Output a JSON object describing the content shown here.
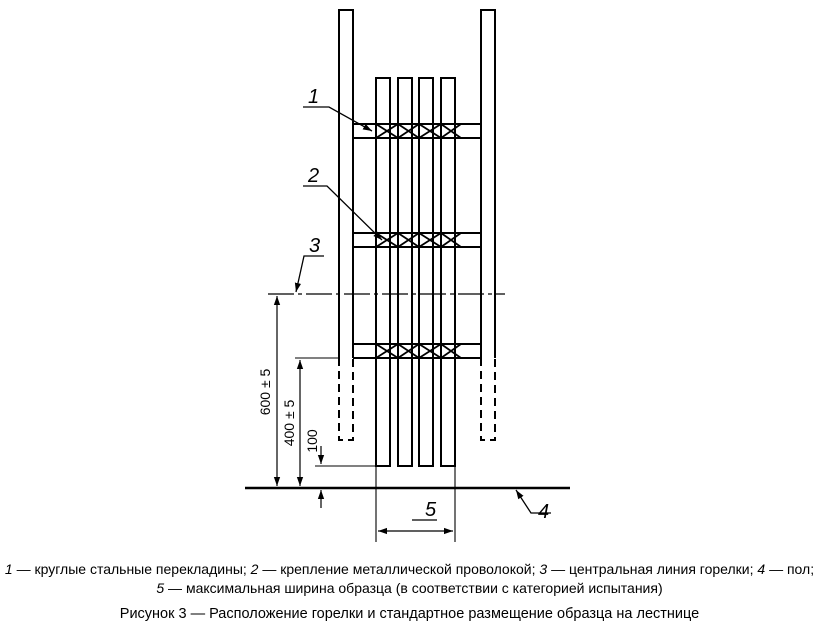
{
  "labels": {
    "l1": "1",
    "l2": "2",
    "l3": "3",
    "l4": "4",
    "l5": "5"
  },
  "dimensions": {
    "d600": "600 ± 5",
    "d400": "400 ± 5",
    "d100": "100"
  },
  "legend": {
    "n1": "1",
    "t1": " — круглые стальные перекладины; ",
    "n2": "2",
    "t2": " — крепление металлической проволокой; ",
    "n3": "3",
    "t3": " — центральная линия горелки; ",
    "n4": "4",
    "t4": " — пол;",
    "n5": "5",
    "t5": " — максимальная ширина образца (в соответствии с категорией испытания)"
  },
  "figure_title": "Рисунок 3 — Расположение горелки и стандартное размещение образца на лестнице"
}
